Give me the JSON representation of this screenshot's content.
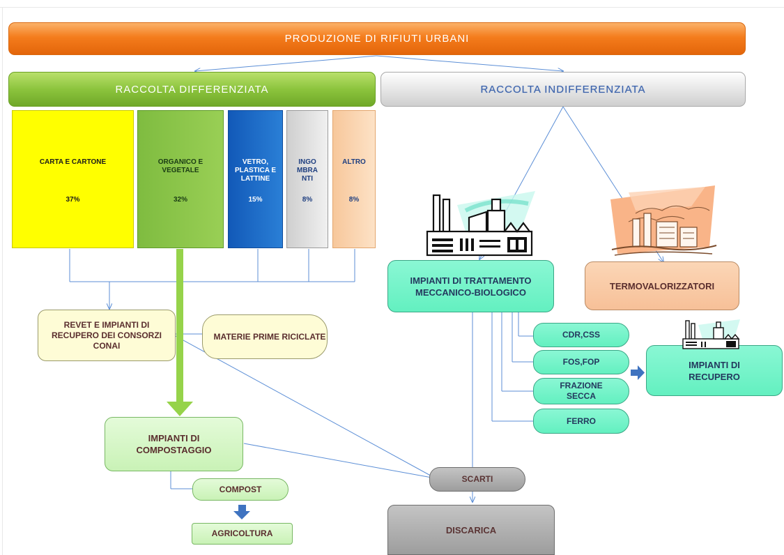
{
  "banner_top": "PRODUZIONE DI RIFIUTI URBANI",
  "collection": {
    "separate": "RACCOLTA DIFFERENZIATA",
    "unsorted": "RACCOLTA INDIFFERENZIATA"
  },
  "categories": [
    {
      "label": "CARTA E CARTONE",
      "percent": "37%",
      "color": "#ffff00"
    },
    {
      "label": "ORGANICO E VEGETALE",
      "percent": "32%",
      "color": "#8cc43d"
    },
    {
      "label": "VETRO, PLASTICA E LATTINE",
      "percent": "15%",
      "color": "#1a66c4"
    },
    {
      "label": "INGO MBRA NTI",
      "percent": "8%",
      "color": "#e0e0e0"
    },
    {
      "label": "ALTRO",
      "percent": "8%",
      "color": "#fcd8b6"
    }
  ],
  "nodes": {
    "revet": "REVET E IMPIANTI DI RECUPERO DEI CONSORZI CONAI",
    "materie": "MATERIE PRIME RICICLATE",
    "compostaggio": "IMPIANTI DI COMPOSTAGGIO",
    "compost": "COMPOST",
    "agricoltura": "AGRICOLTURA",
    "tmb": "IMPIANTI DI TRATTAMENTO MECCANICO-BIOLOGICO",
    "termo": "TERMOVALORIZZATORI",
    "cdr": "CDR,CSS",
    "fos": "FOS,FOP",
    "secca": "FRAZIONE SECCA",
    "ferro": "FERRO",
    "recupero": "IMPIANTI DI RECUPERO",
    "scarti": "SCARTI",
    "discarica": "DISCARICA"
  },
  "icons": {
    "factory": "factory-icon",
    "incinerator": "incinerator-icon",
    "small_factory": "small-factory-icon"
  },
  "colors": {
    "orange": "#f47c1c",
    "green": "#8cc43d",
    "teal": "#63f0c0",
    "line": "#5b8ed6",
    "arrow_green": "#96d34a",
    "arrow_blue": "#3f73c0"
  }
}
